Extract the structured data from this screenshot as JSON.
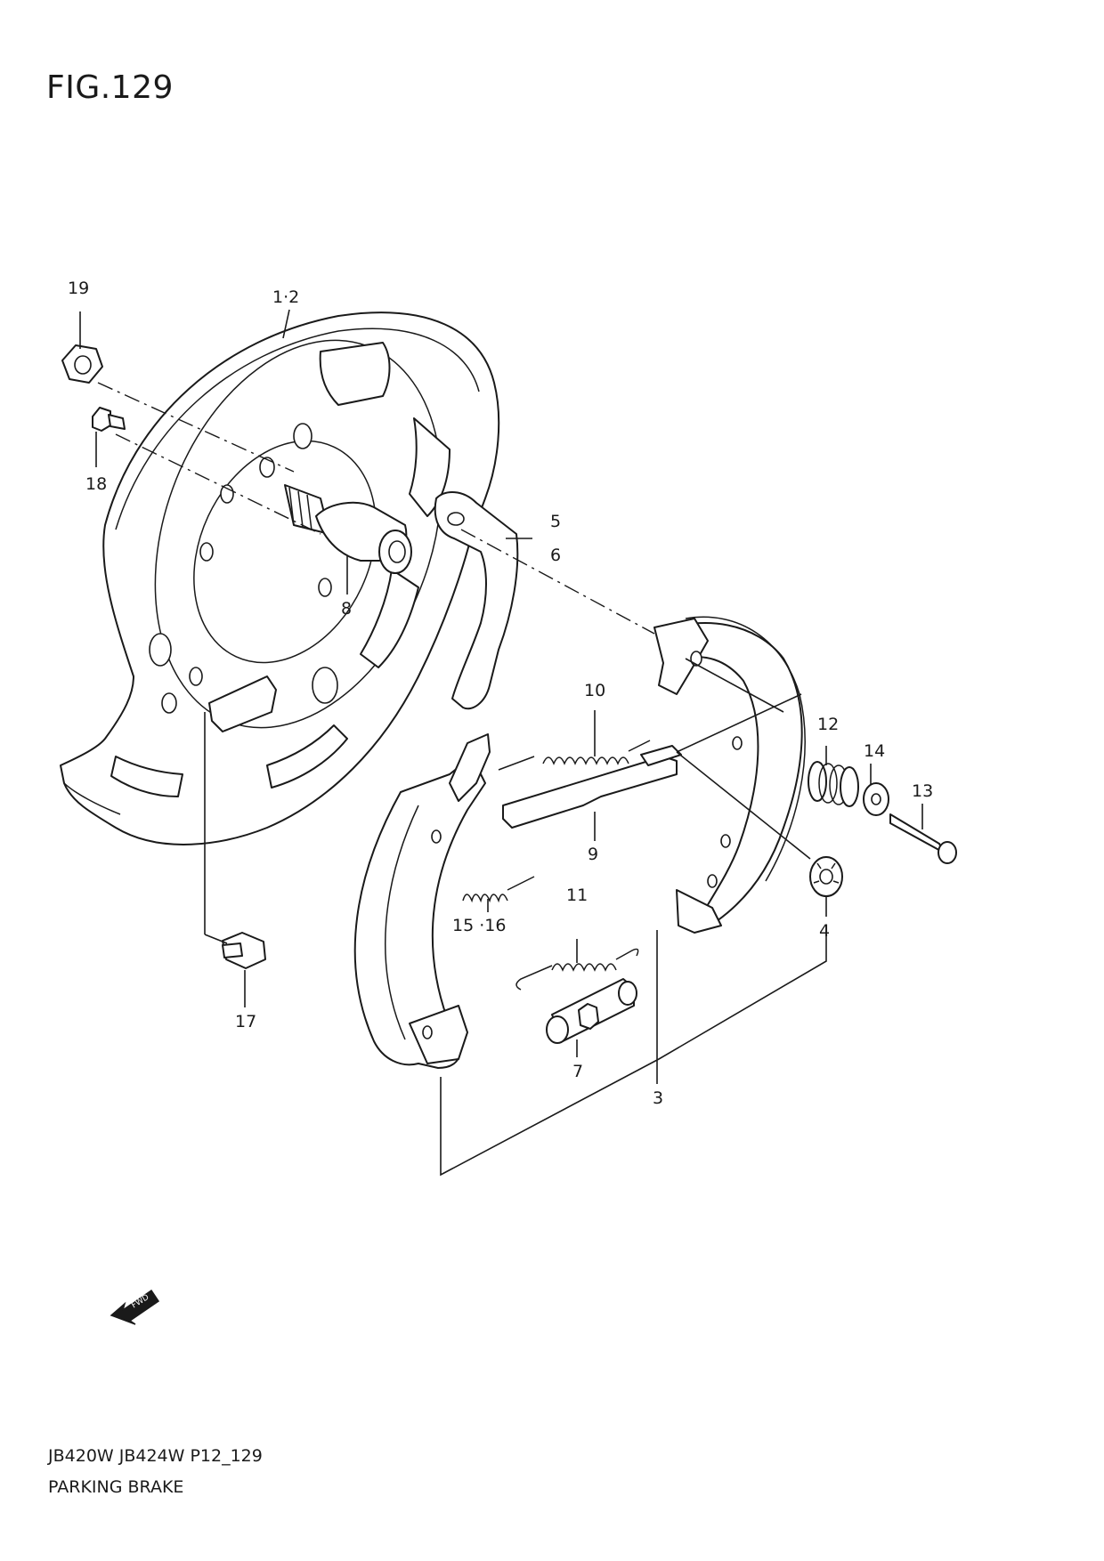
{
  "figure_title": "FIG.129",
  "footer": {
    "model_line": "JB420W JB424W P12_129",
    "section_name": "PARKING BRAKE"
  },
  "fwd_arrow_label": "FWD",
  "callouts": {
    "c19": "19",
    "c1_2": "1·2",
    "c18": "18",
    "c5": "5",
    "c6": "6",
    "c8": "8",
    "c10": "10",
    "c12": "12",
    "c14": "14",
    "c13": "13",
    "c9": "9",
    "c15_16": "15 ·16",
    "c11": "11",
    "c4": "4",
    "c17": "17",
    "c7": "7",
    "c3": "3"
  }
}
